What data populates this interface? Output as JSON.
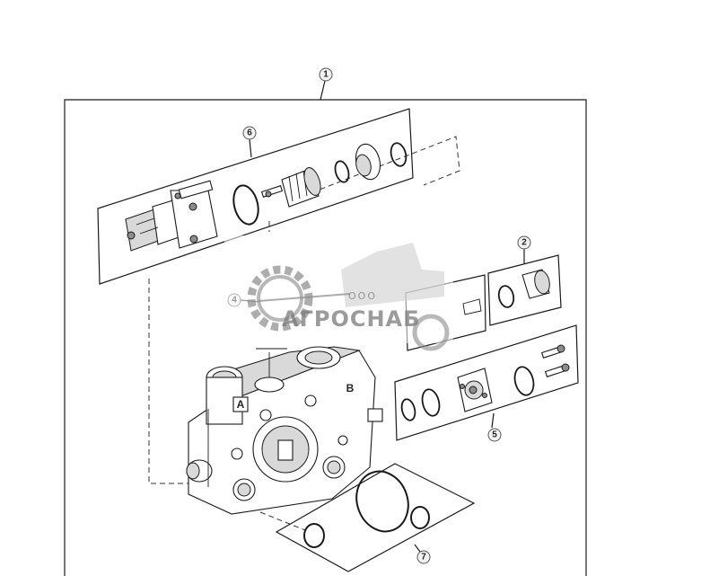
{
  "callouts": [
    {
      "id": "1",
      "label": "1"
    },
    {
      "id": "2",
      "label": "2"
    },
    {
      "id": "4",
      "label": "4"
    },
    {
      "id": "5",
      "label": "5"
    },
    {
      "id": "6",
      "label": "6"
    },
    {
      "id": "7",
      "label": "7"
    }
  ],
  "ports": {
    "a": "A",
    "b": "B"
  },
  "watermark": {
    "company_type": "ООО",
    "name": "АГРОСНАБ"
  }
}
